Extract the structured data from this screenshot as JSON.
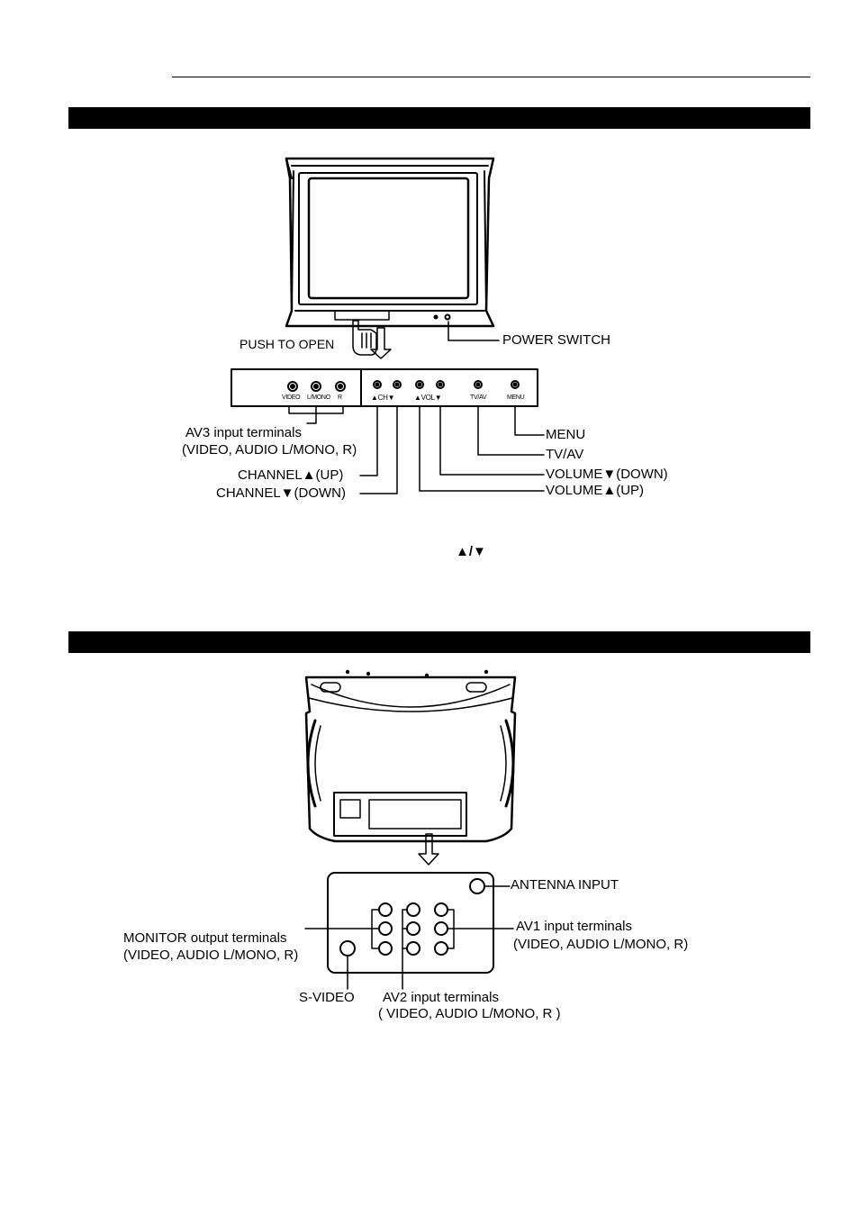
{
  "front": {
    "push_to_open": "PUSH TO OPEN",
    "power_switch": "POWER SWITCH",
    "panel": {
      "video": "VIDEO",
      "lmono": "L/MONO",
      "r": "R",
      "ch": "▲CH▼",
      "vol": "▲VOL▼",
      "tvav": "TV/AV",
      "menu": "MENU"
    },
    "av3_line1": "AV3 input terminals",
    "av3_line2": "(VIDEO, AUDIO L/MONO, R)",
    "channel_up": "CHANNEL▲(UP)",
    "channel_down": "CHANNEL▼(DOWN)",
    "menu": "MENU",
    "tvav": "TV/AV",
    "volume_down": "VOLUME▼(DOWN)",
    "volume_up": "VOLUME▲(UP)",
    "arrows_note": "▲/▼"
  },
  "rear": {
    "antenna_input": "ANTENNA INPUT",
    "monitor_line1": "MONITOR output terminals",
    "monitor_line2": "(VIDEO, AUDIO L/MONO,  R)",
    "av1_line1": "AV1 input terminals",
    "av1_line2": "(VIDEO, AUDIO L/MONO, R)",
    "svideo": "S-VIDEO",
    "av2_line1": "AV2 input terminals",
    "av2_line2": "( VIDEO, AUDIO  L/MONO,  R )"
  }
}
